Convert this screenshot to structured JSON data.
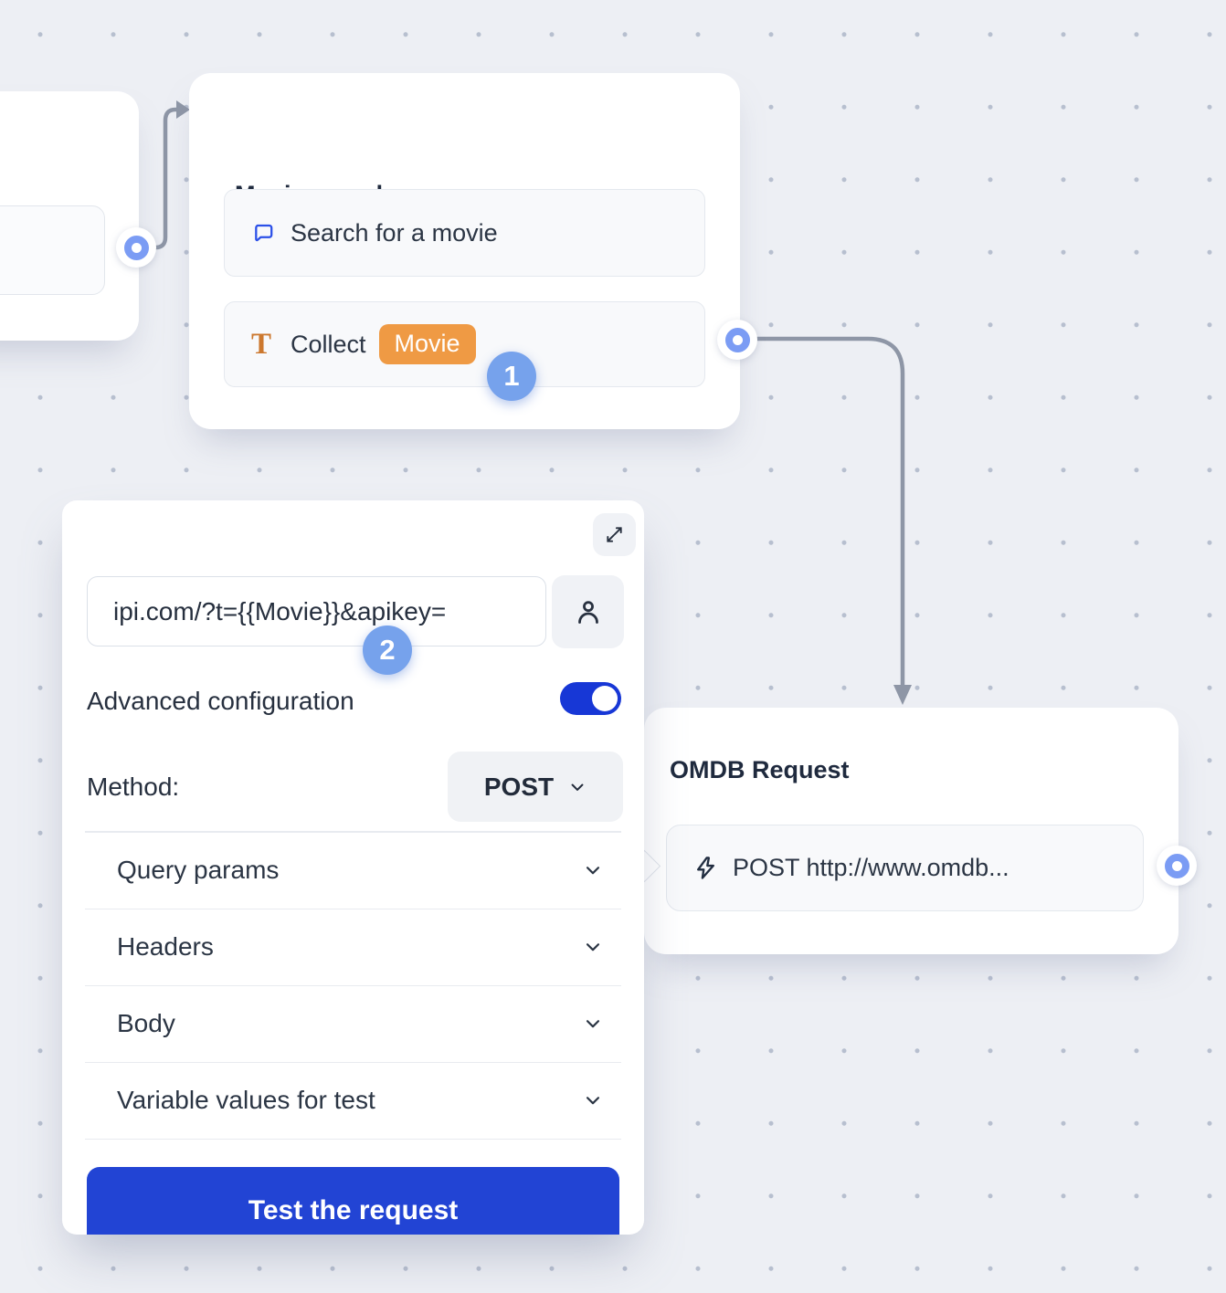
{
  "colors": {
    "canvas_bg": "#edeff4",
    "dot": "#b7bfcf",
    "connector": "#8e96a6",
    "port_blue": "#7b9cf4",
    "badge_blue": "#76a2ec",
    "orange_badge": "#ef9a44",
    "orange_icon": "#cc782e",
    "chat_icon_blue": "#2b50e8",
    "toggle_blue": "#1737d6",
    "button_blue": "#2244d4",
    "title_navy": "#1f2a3e"
  },
  "movie_search_node": {
    "title": "Movie search",
    "rows": [
      {
        "icon": "chat-bubble-icon",
        "label": "Search for a movie"
      },
      {
        "icon": "text-collect-icon",
        "label": "Collect",
        "variable": "Movie"
      }
    ],
    "step_badge": "1"
  },
  "omdb_node": {
    "title": "OMDB Request",
    "row": {
      "icon": "lightning-icon",
      "label": "POST http://www.omdb..."
    }
  },
  "webhook_panel": {
    "expand_icon": "expand-icon",
    "url_input": {
      "value": "ipi.com/?t={{Movie}}&apikey="
    },
    "person_icon": "person-icon",
    "step_badge": "2",
    "advanced_configuration_label": "Advanced configuration",
    "toggle_on": true,
    "method_label": "Method:",
    "method_value": "POST",
    "sections": [
      {
        "label": "Query params"
      },
      {
        "label": "Headers"
      },
      {
        "label": "Body"
      },
      {
        "label": "Variable values for test"
      }
    ],
    "test_button_label": "Test the request"
  }
}
